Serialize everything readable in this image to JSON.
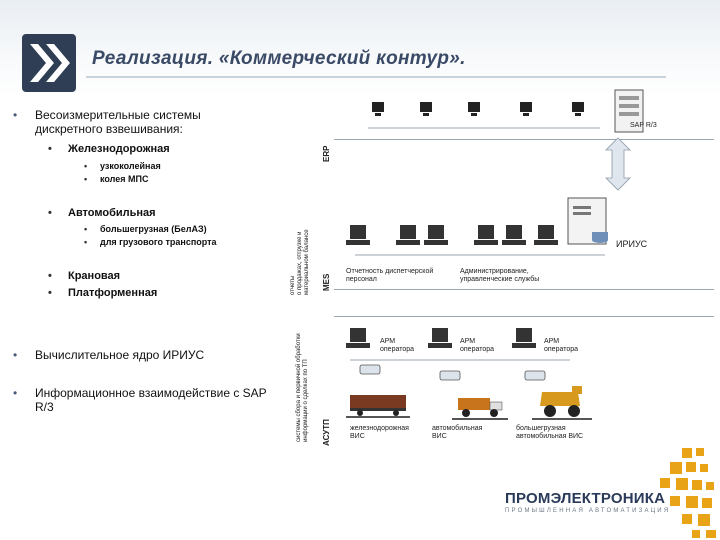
{
  "slide": {
    "title": "Реализация. «Коммерческий контур».",
    "colors": {
      "accent": "#e8a317",
      "title": "#3a4a66",
      "brand": "#2a3a5a"
    }
  },
  "bullets": {
    "b1": "Весоизмерительные системы дискретного взвешивания:",
    "b1_1": "Железнодорожная",
    "b1_1_a": "узкоколейная",
    "b1_1_b": "колея МПС",
    "b1_2": "Автомобильная",
    "b1_2_a": "большегрузная (БелАЗ)",
    "b1_2_b": "для грузового транспорта",
    "b1_3": "Крановая",
    "b1_4": "Платформенная",
    "b2": "Вычислительное ядро ИРИУС",
    "b3": "Информационное взаимодействие с SAP R/3"
  },
  "diagram": {
    "layer_erp": "ERP",
    "layer_mes": "MES",
    "layer_asutp": "АСУТП",
    "mes_note": "отчеты\nо продажах, отгрузке и\nматериальном балансе",
    "asutp_note": "системы сбора и первичной обработки\nинформации о сделках по ТП",
    "sap_label": "SAP R/3",
    "iris_label": "ИРИУС",
    "reports_label": "Отчетность диспетчерской\nперсонал",
    "admin_label": "Администрирование,\nуправленческие службы",
    "arm1": "АРМ\nоператора",
    "arm2": "АРМ\nоператора",
    "arm3": "АРМ\nоператора",
    "vis1": "железнодорожная\nВИС",
    "vis2": "автомобильная\nВИС",
    "vis3": "большегрузная\nавтомобильная ВИС"
  },
  "brand": {
    "name_a": "ПРОМ",
    "name_b": "ЭЛЕКТРОНИКА",
    "sub": "ПРОМЫШЛЕННАЯ АВТОМАТИЗАЦИЯ"
  }
}
